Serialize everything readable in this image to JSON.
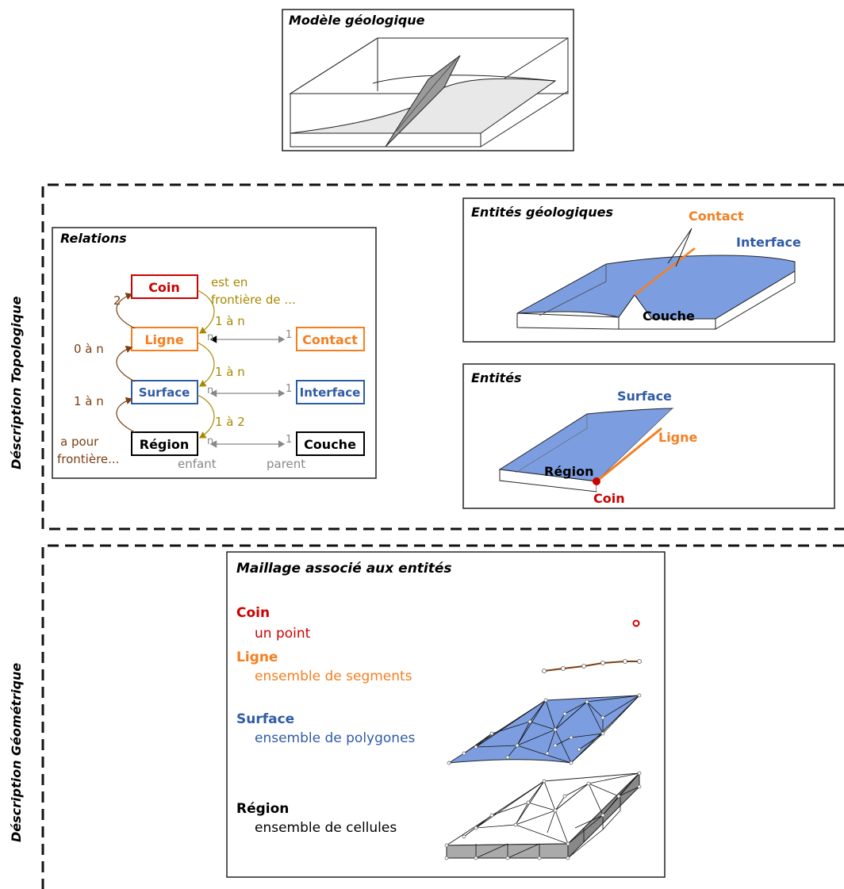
{
  "colors": {
    "coin": "#cc0000",
    "ligne": "#f57f20",
    "surface": "#2f5ba6",
    "region": "#000000",
    "brown": "#7a3f12",
    "olive": "#a68a00",
    "grey": "#888888",
    "blue_fill": "#7c9ee0"
  },
  "model": {
    "title": "Modèle géologique"
  },
  "side_labels": {
    "topo": "Déscription Topologique",
    "geo": "Déscription Géométrique"
  },
  "relations": {
    "title": "Relations",
    "left_boxes": {
      "coin": "Coin",
      "ligne": "Ligne",
      "surface": "Surface",
      "region": "Région"
    },
    "right_boxes": {
      "contact": "Contact",
      "interface": "Interface",
      "couche": "Couche"
    },
    "left_counts": {
      "c2": "2",
      "c0n": "0 à n",
      "c1n": "1 à n"
    },
    "a_pour": "a pour",
    "frontiere": "frontière...",
    "est_en": "est en",
    "frontiere_de": "frontière de ...",
    "right_counts": {
      "r1": "1 à n",
      "r2": "1 à n",
      "r3": "1 à 2"
    },
    "mult_n": "n",
    "mult_1": "1",
    "enfant": "enfant",
    "parent": "parent"
  },
  "entites_geo": {
    "title": "Entités géologiques",
    "contact": "Contact",
    "interface": "Interface",
    "couche": "Couche"
  },
  "entites": {
    "title": "Entités",
    "surface": "Surface",
    "ligne": "Ligne",
    "region": "Région",
    "coin": "Coin"
  },
  "maillage": {
    "title": "Maillage associé aux entités",
    "coin": {
      "name": "Coin",
      "desc": "un point"
    },
    "ligne": {
      "name": "Ligne",
      "desc": "ensemble de segments"
    },
    "surface": {
      "name": "Surface",
      "desc": "ensemble de polygones"
    },
    "region": {
      "name": "Région",
      "desc": "ensemble de cellules"
    }
  }
}
